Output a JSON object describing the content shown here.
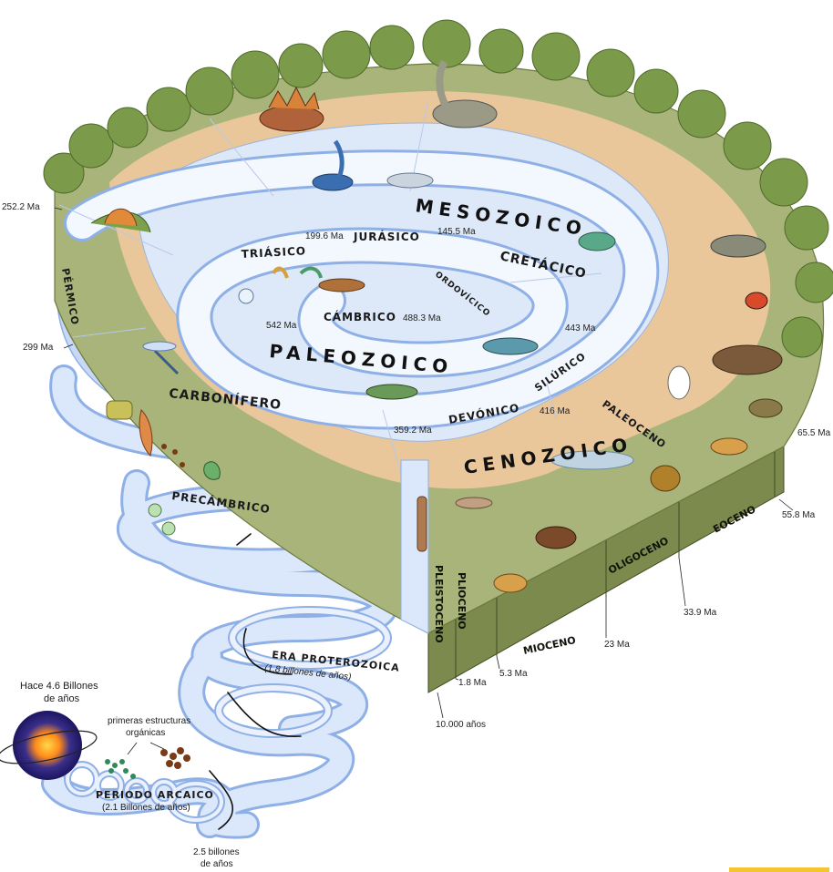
{
  "eras": {
    "mesozoic": "MESOZOICO",
    "paleozoic": "PALEOZOICO",
    "cenozoic": "CENOZOICO"
  },
  "periods": {
    "triassic": "TRIÁSICO",
    "jurassic": "JURÁSICO",
    "cretaceous": "CRETÁCICO",
    "permian": "PÉRMICO",
    "carboniferous": "CARBONÍFERO",
    "devonian": "DEVÓNICO",
    "silurian": "SILÚRICO",
    "ordovician": "ORDOVÍCICO",
    "cambrian": "CÁMBRICO",
    "precambrian": "PRECÁMBRICO",
    "paleocene": "PALEOCENO"
  },
  "epochs": {
    "eocene": "EOCENO",
    "oligocene": "OLIGOCENO",
    "miocene": "MIOCENO",
    "pliocene": "PLIOCENO",
    "pleistocene": "PLEISTOCENO"
  },
  "ages": {
    "ma_252": "252.2 Ma",
    "ma_199": "199.6 Ma",
    "ma_145": "145.5 Ma",
    "ma_299": "299 Ma",
    "ma_542": "542 Ma",
    "ma_488": "488.3 Ma",
    "ma_443": "443 Ma",
    "ma_416": "416 Ma",
    "ma_359": "359.2 Ma",
    "ma_65": "65.5 Ma",
    "ma_55": "55.8 Ma",
    "ma_33": "33.9 Ma",
    "ma_23": "23 Ma",
    "ma_5": "5.3 Ma",
    "ma_1": "1.8 Ma",
    "years_10000": "10.000 años"
  },
  "proterozoic": {
    "title": "ERA PROTEROZOICA",
    "subtitle": "(1.8 billones de años)"
  },
  "archean": {
    "title": "PERIODO ARCAICO",
    "subtitle": "(2.1 Billones de años)"
  },
  "annotations": {
    "origin_line1": "Hace 4.6 Billones",
    "origin_line2": "de años",
    "organic_line1": "primeras estructuras",
    "organic_line2": "orgánicas",
    "bottom_line1": "2.5 billones",
    "bottom_line2": "de años"
  },
  "colors": {
    "ribbon": "#dbe7fb",
    "ribbon_edge": "#8eb0e6",
    "water": "#dde9f8",
    "sand": "#e9c79a",
    "grass": "#a8b47a",
    "forest": "#7b9a4a",
    "side": "#7d8a4d"
  }
}
